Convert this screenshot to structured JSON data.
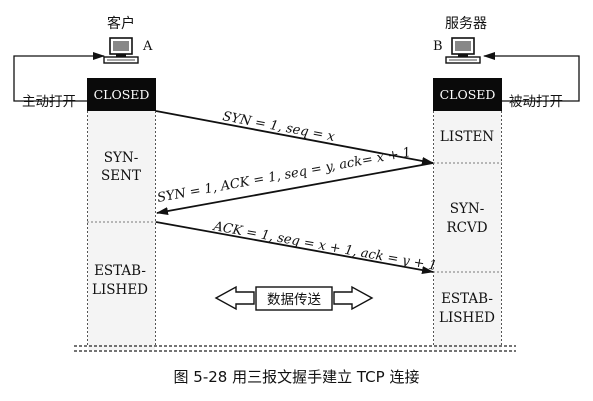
{
  "client": {
    "title": "客户",
    "host_letter": "A",
    "state_closed": "CLOSED",
    "active_open": "主动打开",
    "state_syn_sent_1": "SYN-",
    "state_syn_sent_2": "SENT",
    "state_established_1": "ESTAB-",
    "state_established_2": "LISHED"
  },
  "server": {
    "title": "服务器",
    "host_letter": "B",
    "state_closed": "CLOSED",
    "passive_open": "被动打开",
    "state_listen": "LISTEN",
    "state_syn_rcvd_1": "SYN-",
    "state_syn_rcvd_2": "RCVD",
    "state_established_1": "ESTAB-",
    "state_established_2": "LISHED"
  },
  "messages": {
    "syn": "SYN = 1, seq = x",
    "syn_ack": "SYN = 1, ACK = 1, seq = y, ack= x + 1",
    "ack": "ACK = 1, seq = x + 1, ack = y + 1"
  },
  "data_transfer": "数据传送",
  "caption": "图 5-28  用三报文握手建立 TCP 连接",
  "colors": {
    "ink": "#111111",
    "closed_bg": "#0a0a0a",
    "closed_text": "#ffffff"
  },
  "icons": {
    "client_host": "computer-icon",
    "server_host": "computer-icon"
  }
}
